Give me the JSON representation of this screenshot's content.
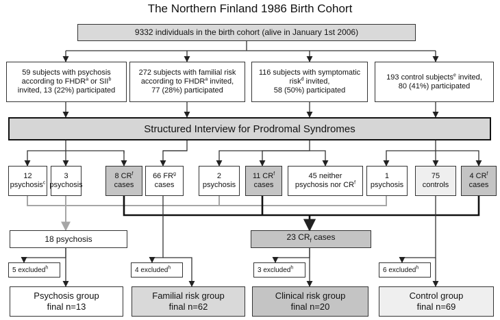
{
  "title": "The Northern Finland 1986 Birth Cohort",
  "cohort": "9332 individuals in the birth cohort (alive in January 1st 2006)",
  "invited": [
    {
      "l1": "59 subjects with psychosis",
      "l2a": "according to FHDR",
      "s1": "a",
      "l2b": " or SII",
      "s2": "b",
      "l3": "invited, 13 (22%) participated"
    },
    {
      "l1": "272 subjects with familial risk",
      "l2a": "according to FHDR",
      "s1": "a",
      "l2b": " invited,",
      "l3": "77 (28%) participated"
    },
    {
      "l1": "116 subjects with symptomatic",
      "l2a": "risk",
      "s1": "d",
      "l2b": " invited,",
      "l3": "58 (50%) participated"
    },
    {
      "l1a": "193 control subjects",
      "s1": "e",
      "l1b": " invited,",
      "l2": "80 (41%) participated"
    }
  ],
  "interview": "Structured Interview for Prodromal Syndromes",
  "outcomes": {
    "o1": {
      "n": "12",
      "t": "psychosis",
      "s": "c"
    },
    "o2": {
      "n": "3",
      "t": "psychosis"
    },
    "o3": {
      "n": "8 CR",
      "s": "f",
      "t": "cases"
    },
    "o4": {
      "n": "66 FR",
      "s": "g",
      "t": "cases"
    },
    "o5": {
      "n": "2",
      "t": "psychosis"
    },
    "o6": {
      "n": "11 CR",
      "s": "f",
      "t": "cases"
    },
    "o7": {
      "n": "45 neither",
      "t": "psychosis nor CR",
      "s": "f"
    },
    "o8": {
      "n": "1",
      "t": "psychosis"
    },
    "o9": {
      "n": "75",
      "t": "controls"
    },
    "o10": {
      "n": "4 CR",
      "s": "f",
      "t": "cases"
    }
  },
  "psychosis_total": "18 psychosis",
  "cr_total": {
    "a": "23 CR",
    "s": "f",
    "b": " cases"
  },
  "excluded": [
    {
      "t": "5 excluded",
      "s": "h"
    },
    {
      "t": "4 excluded",
      "s": "h"
    },
    {
      "t": "3 excluded",
      "s": "h"
    },
    {
      "t": "6 excluded",
      "s": "h"
    }
  ],
  "groups": [
    {
      "name": "Psychosis group",
      "final": "final n=13"
    },
    {
      "name": "Familial risk group",
      "final": "final n=62"
    },
    {
      "name": "Clinical risk group",
      "final": "final n=20"
    },
    {
      "name": "Control group",
      "final": "final n=69"
    }
  ],
  "colors": {
    "thick_line": "#111111",
    "thin_line": "#333333",
    "grey_line": "#a6a6a6"
  }
}
